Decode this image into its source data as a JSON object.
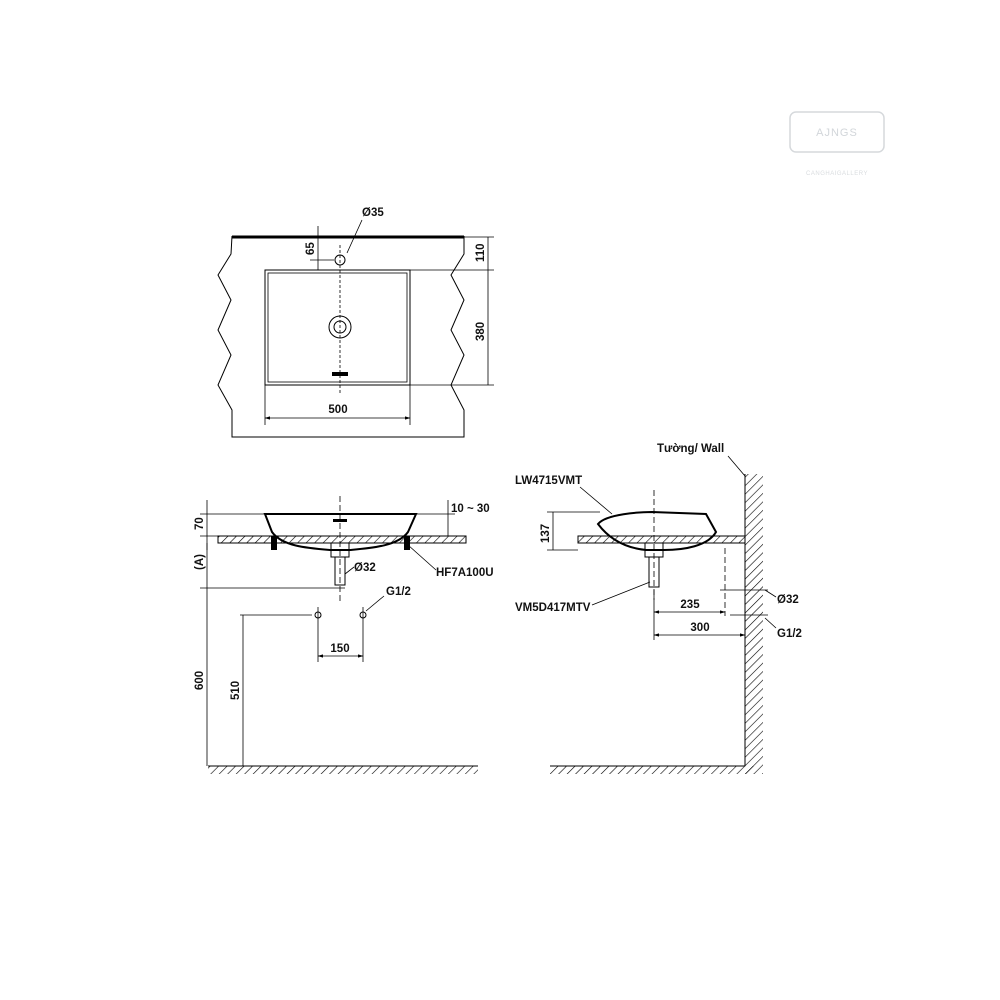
{
  "watermark": {
    "brand": "AJNGS",
    "tagline": "CANGHAIGALLERY"
  },
  "top_view": {
    "hole_diameter": "Ø35",
    "hole_offset": "65",
    "depth_back": "110",
    "bowl_depth": "380",
    "bowl_width": "500"
  },
  "front_view": {
    "rim_height": "70",
    "counter_thickness": "10 ~ 30",
    "mount_part": "HF7A100U",
    "waste_diameter": "Ø32",
    "supply_thread": "G1/2",
    "supply_spacing": "150",
    "height_a": "(A)",
    "counter_height": "600",
    "supply_height": "510"
  },
  "side_view": {
    "wall_label": "Tường/ Wall",
    "basin_model": "LW4715VMT",
    "bowl_height": "137",
    "waste_model": "VM5D417MTV",
    "waste_diameter": "Ø32",
    "dist_waste_wall": "235",
    "dist_supply_wall": "300",
    "supply_thread": "G1/2"
  }
}
